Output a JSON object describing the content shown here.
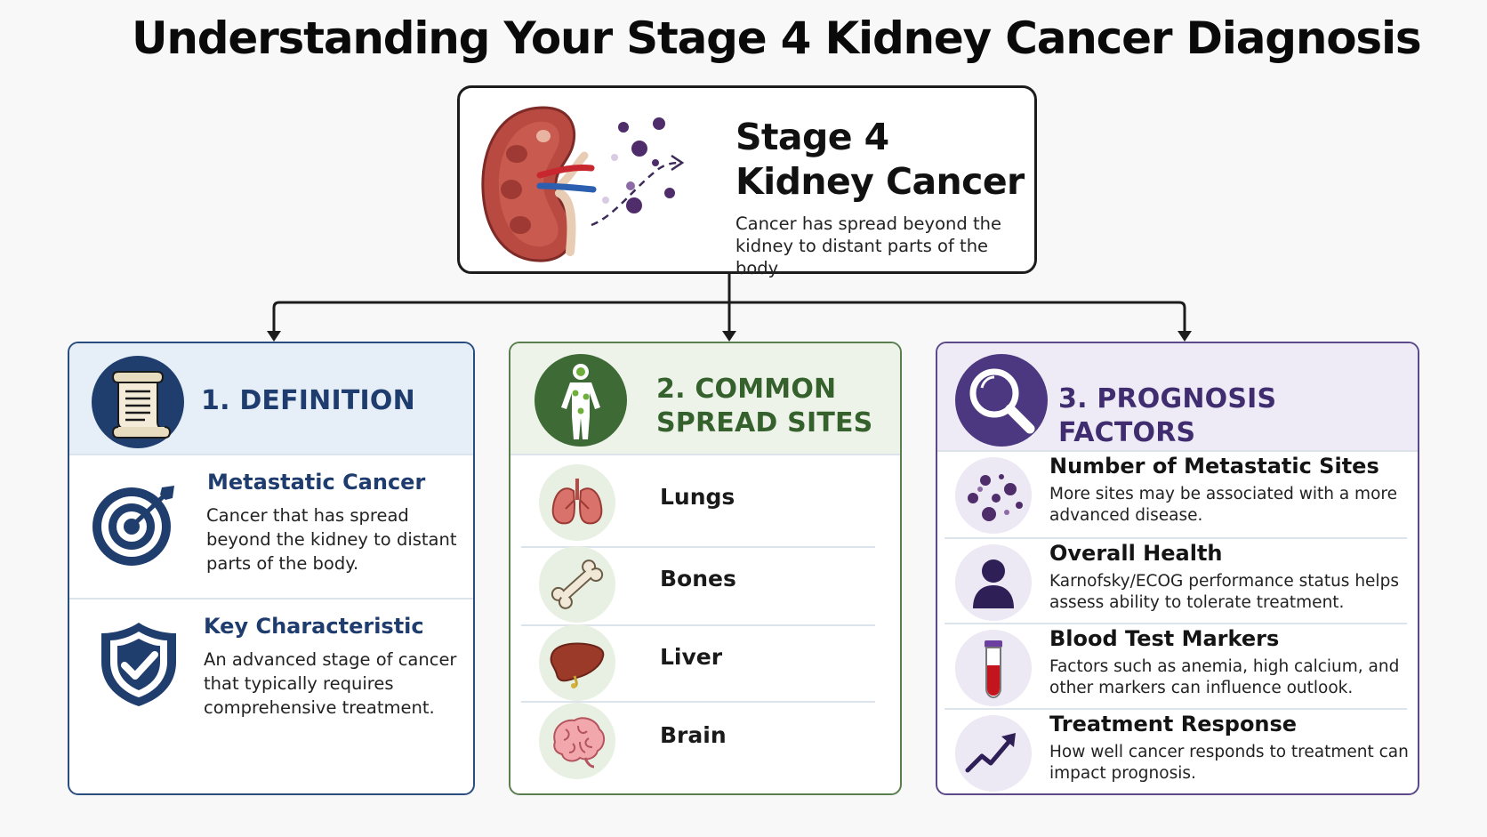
{
  "title": "Understanding Your Stage 4 Kidney Cancer Diagnosis",
  "hero": {
    "title_line1": "Stage 4",
    "title_line2": "Kidney Cancer",
    "description": "Cancer has spread beyond the kidney to distant parts of the body.",
    "icons": [
      "kidney-icon",
      "spreading-cells-icon",
      "arrow-right-icon"
    ]
  },
  "definition": {
    "heading": "1. DEFINITION",
    "header_icon": "scroll-icon",
    "items": [
      {
        "title": "Metastatic Cancer",
        "text": "Cancer that has spread beyond the kidney to distant parts of the body.",
        "icon": "target-icon"
      },
      {
        "title": "Key Characteristic",
        "text": "An advanced stage of cancer that typically requires comprehensive treatment.",
        "icon": "shield-check-icon"
      }
    ]
  },
  "spread_sites": {
    "heading_line1": "2. COMMON",
    "heading_line2": "SPREAD SITES",
    "header_icon": "body-figure-icon",
    "sites": [
      {
        "label": "Lungs",
        "icon": "lungs-icon"
      },
      {
        "label": "Bones",
        "icon": "bone-icon"
      },
      {
        "label": "Liver",
        "icon": "liver-icon"
      },
      {
        "label": "Brain",
        "icon": "brain-icon"
      }
    ]
  },
  "prognosis": {
    "heading": "3. PROGNOSIS FACTORS",
    "header_icon": "magnifier-icon",
    "factors": [
      {
        "title": "Number of Metastatic Sites",
        "text": "More sites may be associated with a more advanced disease.",
        "icon": "cells-cluster-icon"
      },
      {
        "title": "Overall Health",
        "text": "Karnofsky/ECOG performance status helps assess ability to tolerate treatment.",
        "icon": "person-icon"
      },
      {
        "title": "Blood Test Markers",
        "text": "Factors such as anemia, high calcium, and other markers can influence outlook.",
        "icon": "test-tube-icon"
      },
      {
        "title": "Treatment Response",
        "text": "How well cancer responds to treatment can impact prognosis.",
        "icon": "trend-up-icon"
      }
    ]
  },
  "colors": {
    "definition": "#1f3e6e",
    "spread": "#3d6a35",
    "prognosis": "#4c3781"
  }
}
